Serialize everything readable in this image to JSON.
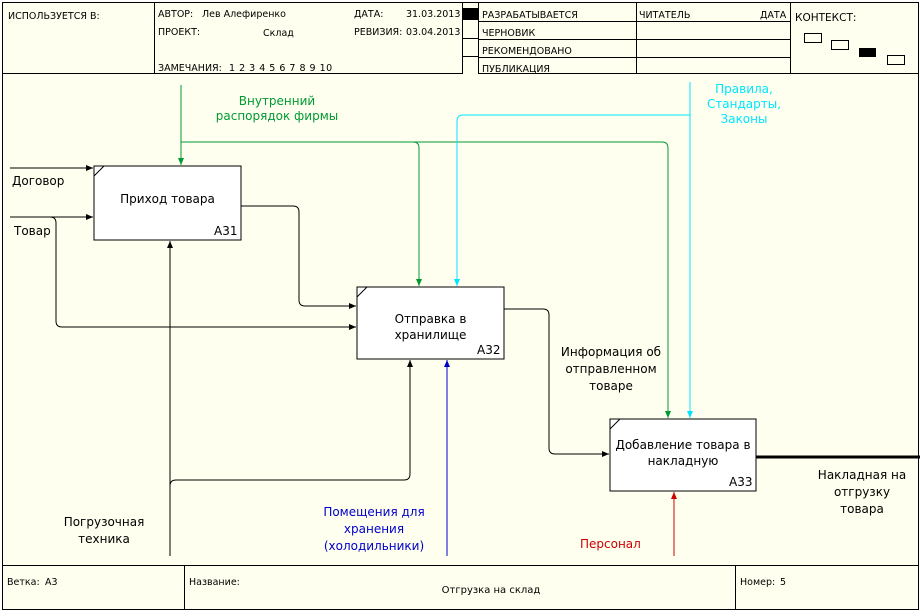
{
  "header": {
    "used_in_label": "ИСПОЛЬЗУЕТСЯ В:",
    "author_label": "АВТОР:",
    "author_value": "Лев Алефиренко",
    "project_label": "ПРОЕКТ:",
    "project_value": "Склад",
    "date_label": "ДАТА:",
    "date_value": "31.03.2013",
    "revision_label": "РЕВИЗИЯ:",
    "revision_value": "03.04.2013",
    "notes_label": "ЗАМЕЧАНИЯ:",
    "notes_numbers": "1 2 3 4 5 6 7 8 9 10",
    "status_items": [
      "РАЗРАБАТЫВАЕТСЯ",
      "ЧЕРНОВИК",
      "РЕКОМЕНДОВАНО",
      "ПУБЛИКАЦИЯ"
    ],
    "reader_label": "ЧИТАТЕЛЬ",
    "reader_date_label": "ДАТА",
    "context_label": "КОНТЕКСТ:"
  },
  "boxes": [
    {
      "label": "Приход товара",
      "id": "A31"
    },
    {
      "label": "Отправка в хранилище",
      "id": "A32"
    },
    {
      "label": "Добавление товара в накладную",
      "id": "A33"
    }
  ],
  "arrows": {
    "contract": "Договор",
    "goods": "Товар",
    "internal_rules": "Внутренний распорядок фирмы",
    "regulations": "Правила, Стандарты, Законы",
    "info_sent": "Информация об отправленном товаре",
    "invoice": "Накладная на отгрузку товара",
    "loading_equipment": "Погрузочная техника",
    "storage_rooms": "Помещения для хранения (холодильники)",
    "staff": "Персонал"
  },
  "colors": {
    "background": "#fffff0",
    "internal_rules": "#009933",
    "regulations": "#00e5ff",
    "storage_rooms": "#0000cc",
    "staff": "#cc0000",
    "default": "#000000"
  },
  "footer": {
    "node_label": "Ветка:",
    "node_value": "A3",
    "title_label": "Название:",
    "title_value": "Отгрузка на склад",
    "number_label": "Номер:",
    "number_value": "5"
  }
}
